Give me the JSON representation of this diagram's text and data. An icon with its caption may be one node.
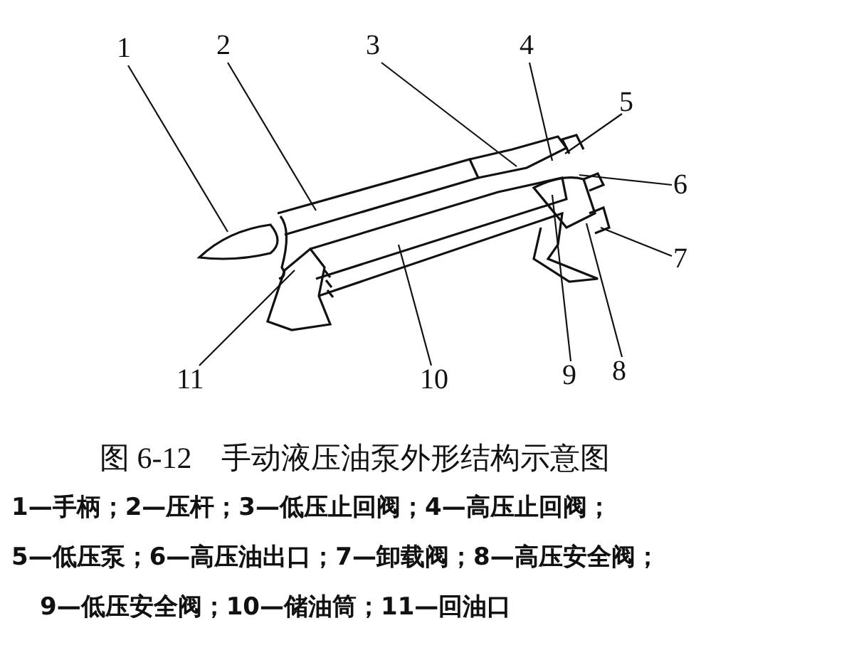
{
  "diagram": {
    "caption": "图 6-12　手动液压油泵外形结构示意图",
    "nodes": [
      {
        "text": [
          "1"
        ]
      },
      {
        "text": [
          "2"
        ]
      },
      {
        "text": [
          "3"
        ]
      },
      {
        "text": [
          "4"
        ]
      },
      {
        "text": [
          "5"
        ]
      },
      {
        "text": [
          "6"
        ]
      },
      {
        "text": [
          "7"
        ]
      },
      {
        "text": [
          "8"
        ]
      },
      {
        "text": [
          "9"
        ]
      },
      {
        "text": [
          "10"
        ]
      },
      {
        "text": [
          "11"
        ]
      }
    ],
    "edges": [
      {
        "from": 0,
        "to": null,
        "arrow": "none"
      },
      {
        "from": 1,
        "to": null,
        "arrow": "none"
      },
      {
        "from": 2,
        "to": null,
        "arrow": "none"
      },
      {
        "from": 3,
        "to": null,
        "arrow": "none"
      },
      {
        "from": 4,
        "to": null,
        "arrow": "none"
      },
      {
        "from": 5,
        "to": null,
        "arrow": "none"
      },
      {
        "from": 6,
        "to": null,
        "arrow": "none"
      },
      {
        "from": 7,
        "to": null,
        "arrow": "none"
      },
      {
        "from": 8,
        "to": null,
        "arrow": "none"
      },
      {
        "from": 9,
        "to": null,
        "arrow": "none"
      },
      {
        "from": 10,
        "to": null,
        "arrow": "none"
      }
    ],
    "labels": [
      "1—手柄；2—压杆；3—低压止回阀；4—高压止回阀；",
      "5—低压泵；6—高压油出口；7—卸载阀；8—高压安全阀；",
      "9—低压安全阀；10—储油筒；11—回油口"
    ]
  }
}
